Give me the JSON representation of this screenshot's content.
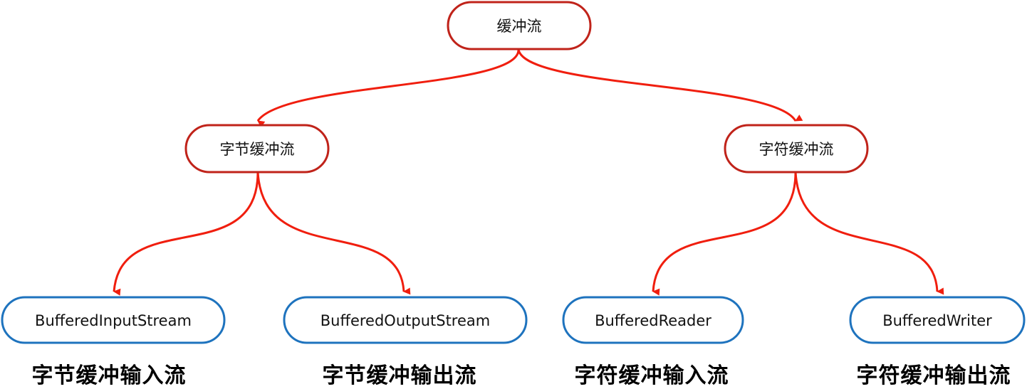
{
  "nodes": {
    "root": {
      "label": "缓冲流"
    },
    "byte": {
      "label": "字节缓冲流"
    },
    "char": {
      "label": "字符缓冲流"
    },
    "bis": {
      "label": "BufferedInputStream"
    },
    "bos": {
      "label": "BufferedOutputStream"
    },
    "br": {
      "label": "BufferedReader"
    },
    "bw": {
      "label": "BufferedWriter"
    }
  },
  "captions": {
    "bis": "字节缓冲输入流",
    "bos": "字节缓冲输出流",
    "br": "字符缓冲输入流",
    "bw": "字符缓冲输出流"
  },
  "edges": [
    {
      "from": "root",
      "to": "byte"
    },
    {
      "from": "root",
      "to": "char"
    },
    {
      "from": "byte",
      "to": "bis"
    },
    {
      "from": "byte",
      "to": "bos"
    },
    {
      "from": "char",
      "to": "br"
    },
    {
      "from": "char",
      "to": "bw"
    }
  ],
  "colors": {
    "category_border": "#c0231a",
    "leaf_border": "#1e73be",
    "edge": "#f01e0e"
  }
}
